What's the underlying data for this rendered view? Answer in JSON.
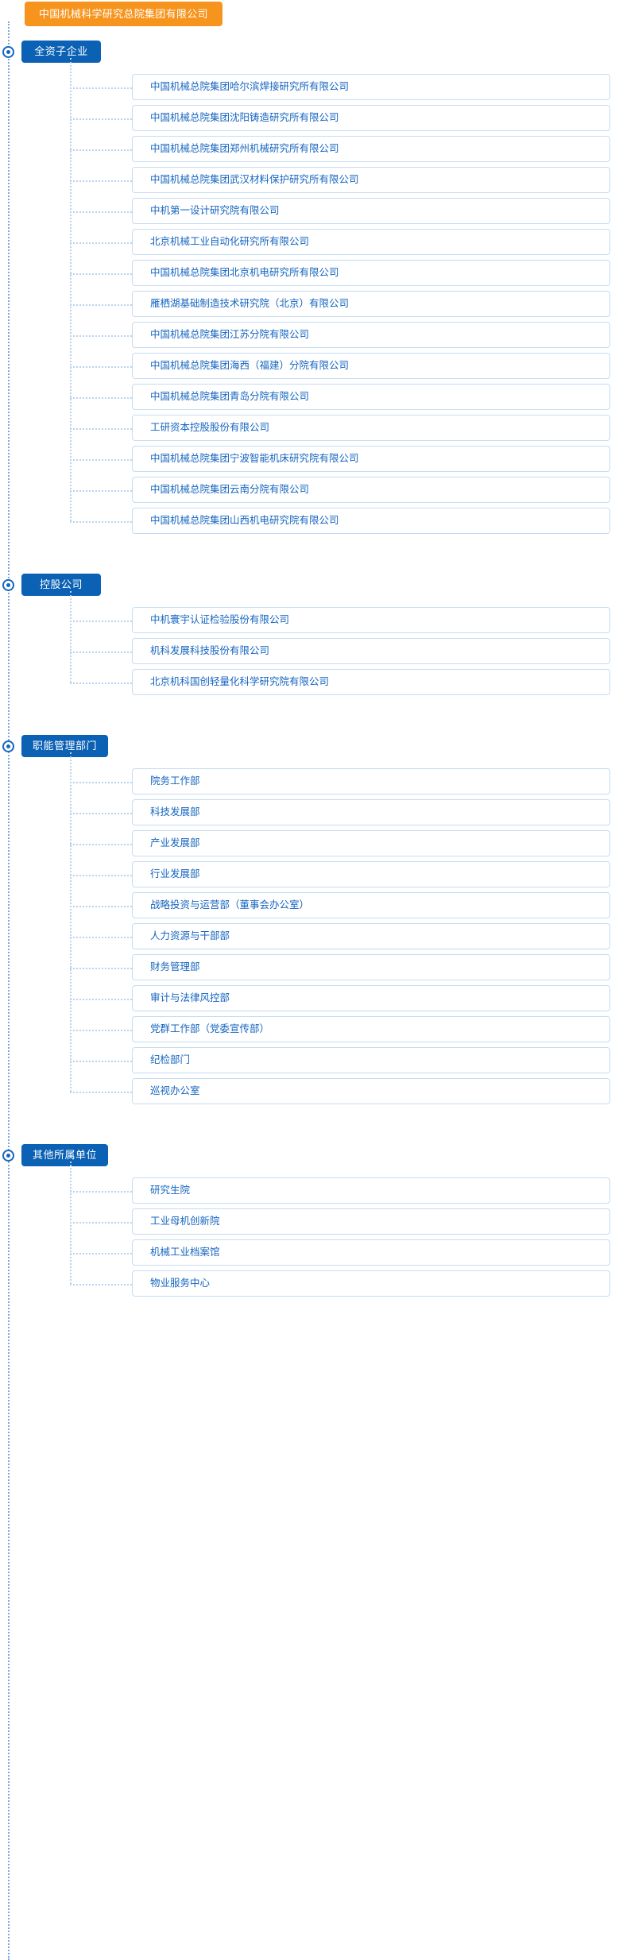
{
  "root": {
    "label": "中国机械科学研究总院集团有限公司",
    "color": "#f7941d"
  },
  "theme": {
    "section_header_color": "#0b61b4",
    "item_text_color": "#1565c0",
    "item_border_color": "#c5dcf2",
    "line_color": "#7ba7dd"
  },
  "sections": [
    {
      "title": "全资子企业",
      "items": [
        "中国机械总院集团哈尔滨焊接研究所有限公司",
        "中国机械总院集团沈阳铸造研究所有限公司",
        "中国机械总院集团郑州机械研究所有限公司",
        "中国机械总院集团武汉材料保护研究所有限公司",
        "中机第一设计研究院有限公司",
        "北京机械工业自动化研究所有限公司",
        "中国机械总院集团北京机电研究所有限公司",
        "雁栖湖基础制造技术研究院（北京）有限公司",
        "中国机械总院集团江苏分院有限公司",
        "中国机械总院集团海西（福建）分院有限公司",
        "中国机械总院集团青岛分院有限公司",
        "工研资本控股股份有限公司",
        "中国机械总院集团宁波智能机床研究院有限公司",
        "中国机械总院集团云南分院有限公司",
        "中国机械总院集团山西机电研究院有限公司"
      ]
    },
    {
      "title": "控股公司",
      "items": [
        "中机寰宇认证检验股份有限公司",
        "机科发展科技股份有限公司",
        "北京机科国创轻量化科学研究院有限公司"
      ]
    },
    {
      "title": "职能管理部门",
      "items": [
        "院务工作部",
        "科技发展部",
        "产业发展部",
        "行业发展部",
        "战略投资与运营部（董事会办公室）",
        "人力资源与干部部",
        "财务管理部",
        "审计与法律风控部",
        "党群工作部（党委宣传部）",
        "纪检部门",
        "巡视办公室"
      ]
    },
    {
      "title": "其他所属单位",
      "items": [
        "研究生院",
        "工业母机创新院",
        "机械工业档案馆",
        "物业服务中心"
      ]
    }
  ]
}
